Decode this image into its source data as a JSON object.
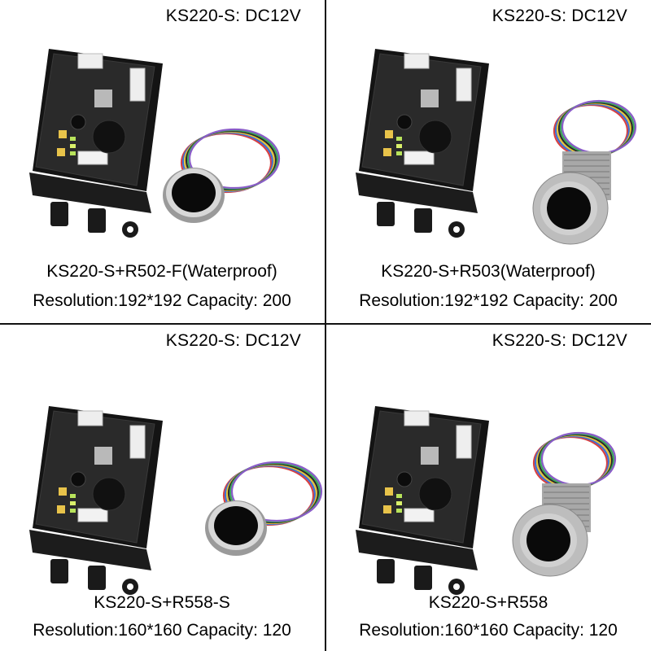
{
  "panels": [
    {
      "voltage": "KS220-S: DC12V",
      "model": "KS220-S+R502-F(Waterproof)",
      "spec": "Resolution:192*192 Capacity: 200",
      "sensor": "round-flat-sensor"
    },
    {
      "voltage": "KS220-S: DC12V",
      "model": "KS220-S+R503(Waterproof)",
      "spec": "Resolution:192*192 Capacity: 200",
      "sensor": "metal-cylinder-sensor"
    },
    {
      "voltage": "KS220-S: DC12V",
      "model": "KS220-S+R558-S",
      "spec": "Resolution:160*160 Capacity: 120",
      "sensor": "round-flat-sensor"
    },
    {
      "voltage": "KS220-S: DC12V",
      "model": "KS220-S+R558",
      "spec": "Resolution:160*160 Capacity: 120",
      "sensor": "metal-cylinder-sensor"
    }
  ]
}
